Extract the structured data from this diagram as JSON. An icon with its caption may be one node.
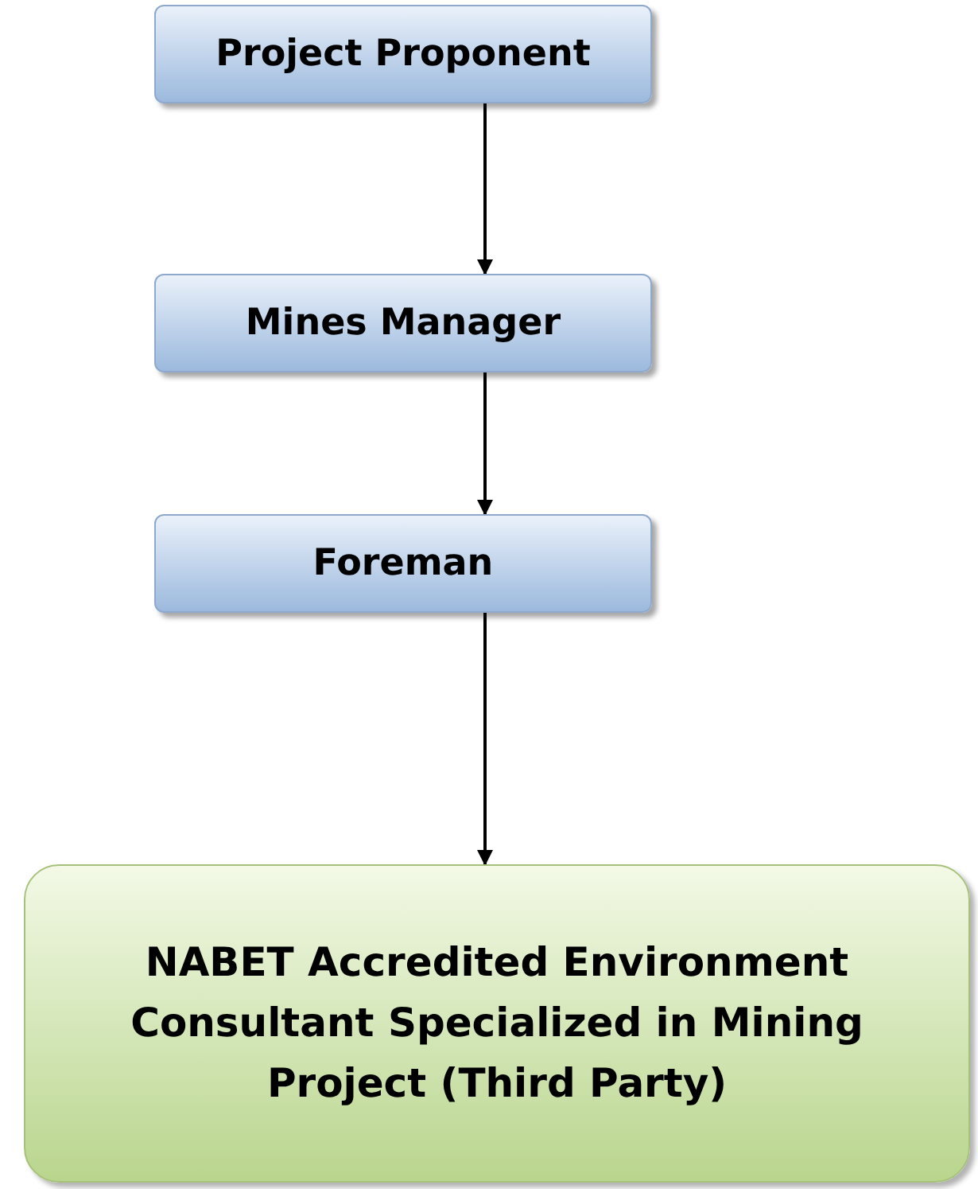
{
  "diagram": {
    "nodes": [
      {
        "text": [
          "Project Proponent"
        ]
      },
      {
        "text": [
          "Mines Manager"
        ]
      },
      {
        "text": [
          "Foreman"
        ]
      },
      {
        "text": [
          "NABET Accredited Environment Consultant Specialized in Mining Project (Third Party)"
        ]
      }
    ],
    "edges": [
      {
        "from": 0,
        "to": 1,
        "arrow": "to"
      },
      {
        "from": 1,
        "to": 2,
        "arrow": "to"
      },
      {
        "from": 2,
        "to": 3,
        "arrow": "to"
      }
    ]
  }
}
